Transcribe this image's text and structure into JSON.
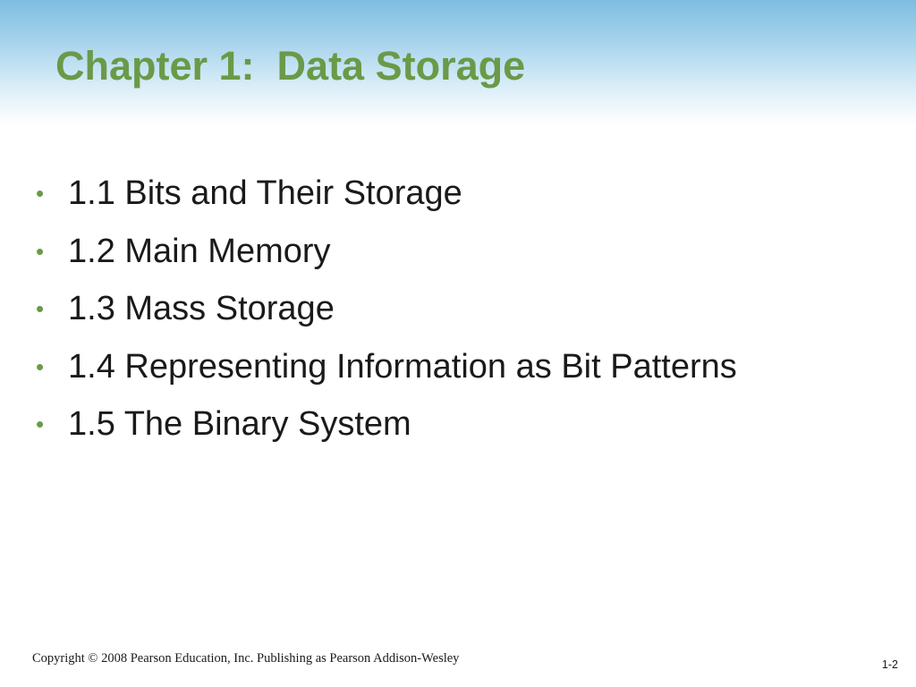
{
  "slide": {
    "title": "Chapter 1:  Data Storage",
    "bullet_glyph": "•",
    "bullets": [
      "1.1 Bits and Their Storage",
      "1.2 Main Memory",
      "1.3 Mass Storage",
      "1.4 Representing Information as Bit Patterns",
      "1.5 The Binary System"
    ],
    "footer": {
      "copyright": "Copyright © 2008 Pearson Education, Inc. Publishing as Pearson Addison-Wesley",
      "page_number": "1-2"
    }
  },
  "colors": {
    "title": "#6a9a48",
    "bullet_marker": "#6a9a48",
    "body_text": "#1a1a1a",
    "header_gradient_top": "#7dbde2"
  }
}
